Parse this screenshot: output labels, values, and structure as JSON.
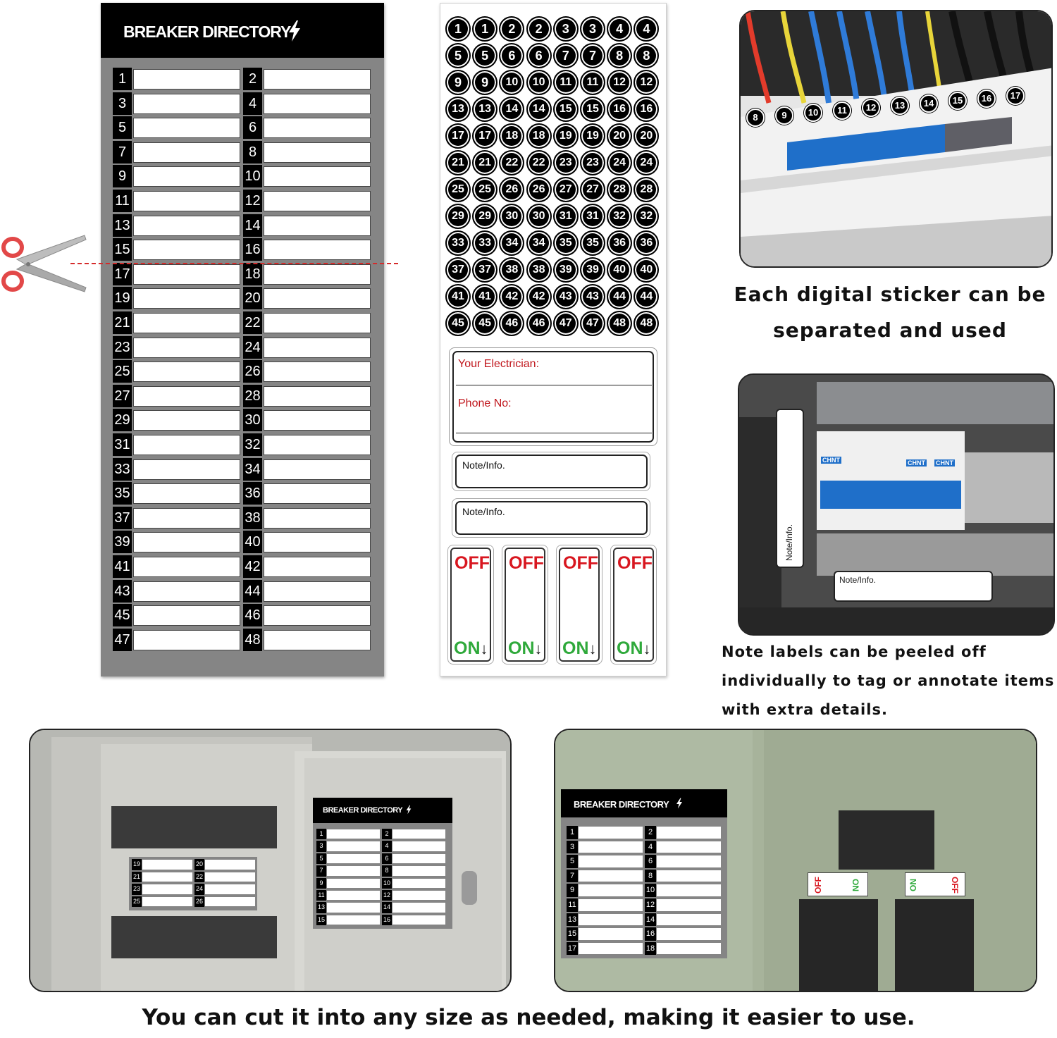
{
  "directory": {
    "title": "BREAKER DIRECTORY",
    "icon": "lightning-bolt-icon",
    "numbers": [
      "1",
      "2",
      "3",
      "4",
      "5",
      "6",
      "7",
      "8",
      "9",
      "10",
      "11",
      "12",
      "13",
      "14",
      "15",
      "16",
      "17",
      "18",
      "19",
      "20",
      "21",
      "22",
      "23",
      "24",
      "25",
      "26",
      "27",
      "28",
      "29",
      "30",
      "31",
      "32",
      "33",
      "34",
      "35",
      "36",
      "37",
      "38",
      "39",
      "40",
      "41",
      "42",
      "43",
      "44",
      "45",
      "46",
      "47",
      "48"
    ]
  },
  "scissors_icon": "scissors-icon",
  "sticker_sheet": {
    "stickers": [
      "1",
      "1",
      "2",
      "2",
      "3",
      "3",
      "4",
      "4",
      "5",
      "5",
      "6",
      "6",
      "7",
      "7",
      "8",
      "8",
      "9",
      "9",
      "10",
      "10",
      "11",
      "11",
      "12",
      "12",
      "13",
      "13",
      "14",
      "14",
      "15",
      "15",
      "16",
      "16",
      "17",
      "17",
      "18",
      "18",
      "19",
      "19",
      "20",
      "20",
      "21",
      "21",
      "22",
      "22",
      "23",
      "23",
      "24",
      "24",
      "25",
      "25",
      "26",
      "26",
      "27",
      "27",
      "28",
      "28",
      "29",
      "29",
      "30",
      "30",
      "31",
      "31",
      "32",
      "32",
      "33",
      "33",
      "34",
      "34",
      "35",
      "35",
      "36",
      "36",
      "37",
      "37",
      "38",
      "38",
      "39",
      "39",
      "40",
      "40",
      "41",
      "41",
      "42",
      "42",
      "43",
      "43",
      "44",
      "44",
      "45",
      "45",
      "46",
      "46",
      "47",
      "47",
      "48",
      "48"
    ],
    "electrician_label": "Your Electrician:",
    "phone_label": "Phone No:",
    "note_label": "Note/Info.",
    "off_label": "OFF",
    "on_label": "ON",
    "on_arrow": "↓"
  },
  "photo_breakers": {
    "sticker_numbers": [
      "8",
      "9",
      "10",
      "11",
      "12",
      "13",
      "14",
      "15",
      "16",
      "17"
    ],
    "caption": "Each digital sticker can be separated and used"
  },
  "photo_panel": {
    "note_label": "Note/Info.",
    "brand_label": "CHNT",
    "caption": "Note labels can be peeled off individually to tag or annotate items with extra details."
  },
  "photo_cabinet": {
    "title": "BREAKER DIRECTORY",
    "strip_numbers": [
      "19",
      "20",
      "21",
      "22",
      "23",
      "24",
      "25",
      "26"
    ],
    "door_numbers": [
      "1",
      "2",
      "3",
      "4",
      "5",
      "6",
      "7",
      "8",
      "9",
      "10",
      "11",
      "12",
      "13",
      "14",
      "15",
      "16"
    ]
  },
  "photo_box": {
    "title": "BREAKER DIRECTORY",
    "numbers": [
      "1",
      "2",
      "3",
      "4",
      "5",
      "6",
      "7",
      "8",
      "9",
      "10",
      "11",
      "12",
      "13",
      "14",
      "15",
      "16",
      "17",
      "18"
    ],
    "off_label": "OFF",
    "on_label": "ON"
  },
  "footer_caption": "You can cut it into any size as needed, making it easier to use."
}
